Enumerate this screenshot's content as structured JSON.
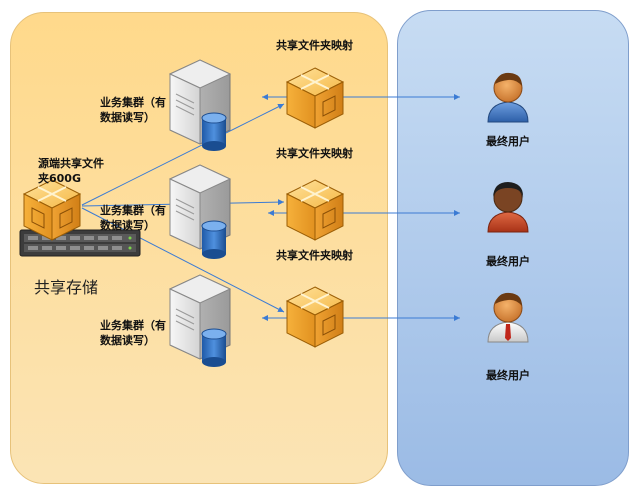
{
  "source": {
    "label": "源端共享文件夹600G"
  },
  "storage": {
    "label": "共享存储"
  },
  "clusters": [
    {
      "label": "业务集群（有数据读写）"
    },
    {
      "label": "业务集群（有数据读写）"
    },
    {
      "label": "业务集群（有数据读写）"
    }
  ],
  "mappings": [
    {
      "label": "共享文件夹映射"
    },
    {
      "label": "共享文件夹映射"
    },
    {
      "label": "共享文件夹映射"
    }
  ],
  "users": [
    {
      "label": "最终用户"
    },
    {
      "label": "最终用户"
    },
    {
      "label": "最终用户"
    }
  ],
  "colors": {
    "storage_zone": "#fddc99",
    "user_zone": "#a9c6ea",
    "arrow": "#3b7bd4",
    "box": "#f2a72f"
  }
}
